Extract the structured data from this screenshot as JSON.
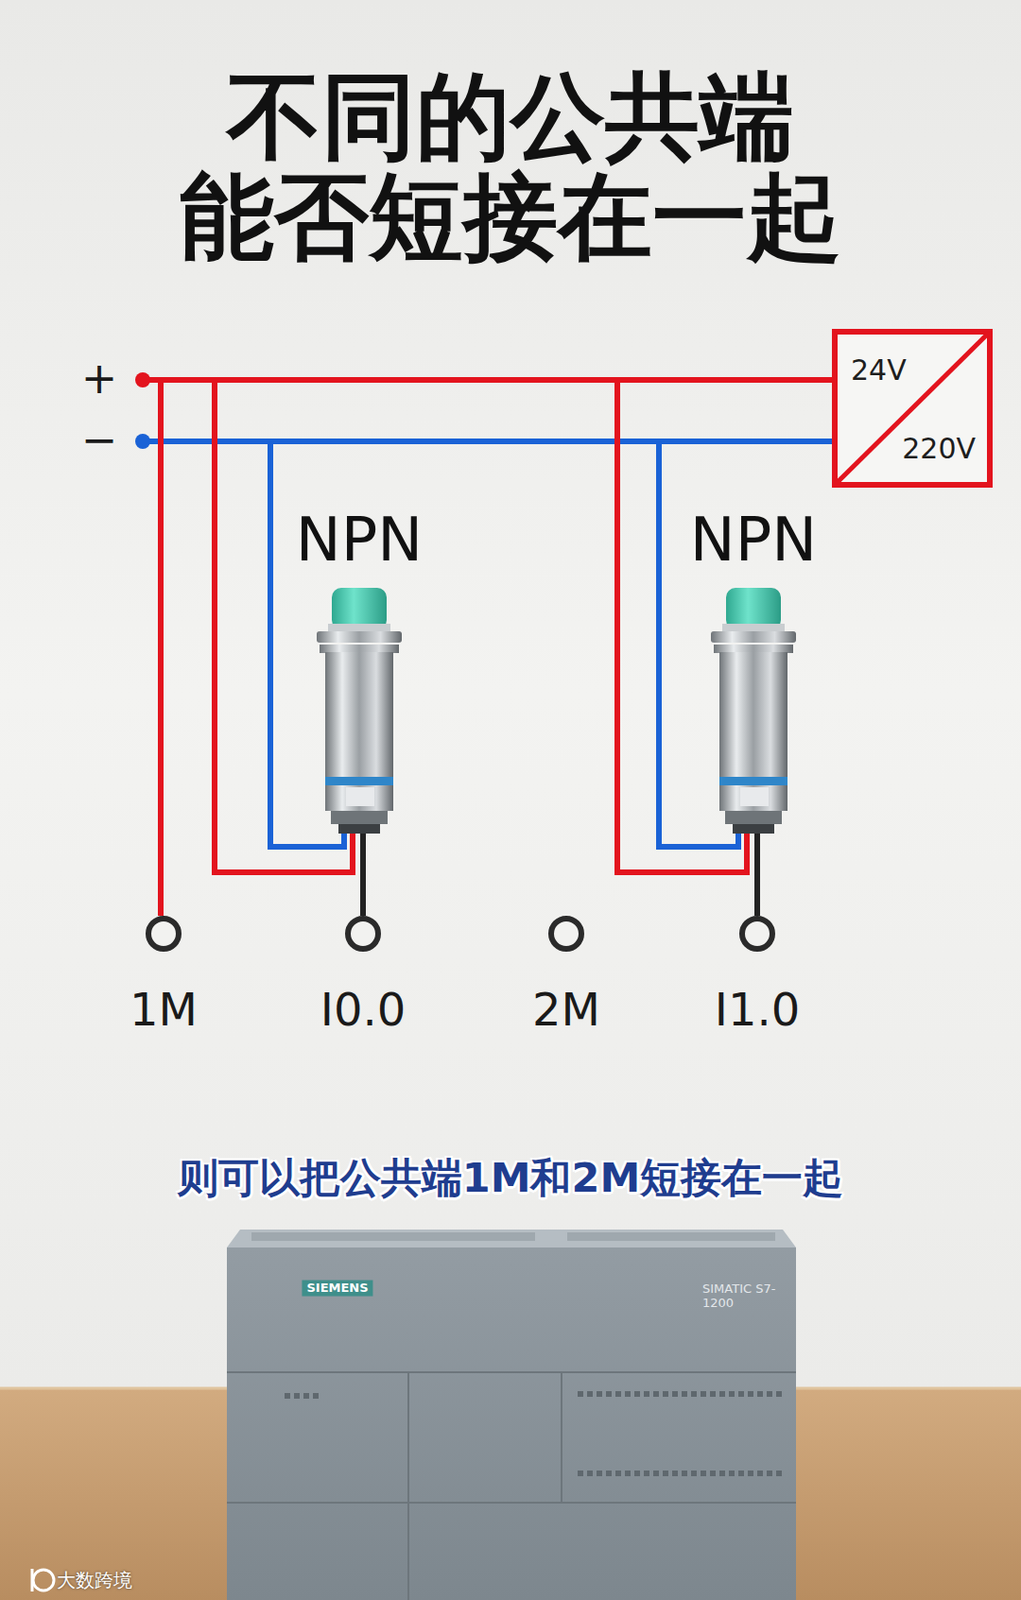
{
  "diagram": {
    "title": "不同的公共端 能否短接在一起",
    "caption": "则可以把公共端1M和2M短接在一起",
    "nodes": [
      {
        "text": [
          "24V",
          "220V"
        ]
      }
    ],
    "edges": [],
    "labels": [
      "+",
      "−",
      "NPN",
      "NPN",
      "1M",
      "I0.0",
      "2M",
      "I1.0",
      "SIEMENS",
      "SIMATIC S7-1200",
      "大数跨境"
    ]
  }
}
